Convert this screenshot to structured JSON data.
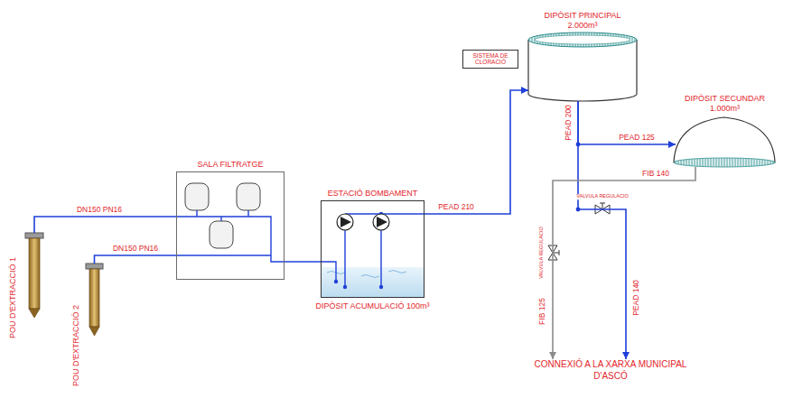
{
  "diagram": {
    "nodes": [
      {
        "text": [
          "POU D'EXTRACCIÓ 1"
        ]
      },
      {
        "text": [
          "POU D'EXTRACCIÓ 2"
        ]
      },
      {
        "text": [
          "SALA FILTRATGE"
        ]
      },
      {
        "text": [
          "ESTACIÓ BOMBAMENT",
          "DIPÒSIT ACUMULACIÓ 100m³"
        ]
      },
      {
        "text": [
          "SISTEMA DE CLORACIÓ"
        ]
      },
      {
        "text": [
          "DIPÒSIT PRINCIPAL 2.000m³"
        ]
      },
      {
        "text": [
          "DIPÒSIT SECUNDAR 1.000m³"
        ]
      },
      {
        "text": [
          "CONNEXIÓ A LA XARXA MUNICIPAL D'ASCÓ"
        ]
      }
    ],
    "edges": [
      {
        "from": 0,
        "to": 2,
        "label": "DN150 PN16",
        "arrow": "none"
      },
      {
        "from": 1,
        "to": 2,
        "label": "DN150 PN16",
        "arrow": "none"
      },
      {
        "from": 2,
        "to": 3,
        "arrow": "none"
      },
      {
        "from": 3,
        "to": 5,
        "label": "PEAD 210",
        "arrow": "to"
      },
      {
        "from": 5,
        "to": 6,
        "label": "PEAD 125",
        "arrow": "to"
      },
      {
        "from": 5,
        "to": 7,
        "label": "PEAD 140",
        "arrow": "to"
      },
      {
        "from": 6,
        "to": 7,
        "label": "FIB 125",
        "arrow": "to"
      }
    ],
    "labels": [
      "PEAD 200",
      "FIB 140",
      "VALVULA REGULACIO",
      "VALVULA REGULACIO"
    ]
  }
}
